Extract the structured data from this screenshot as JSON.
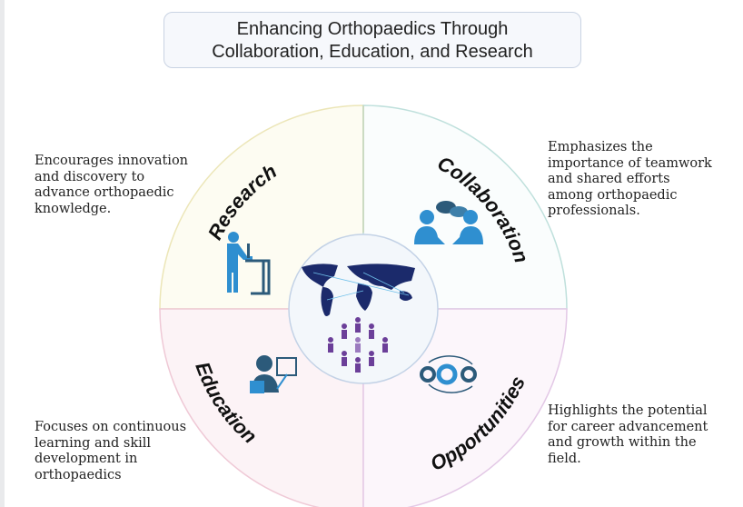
{
  "title": {
    "line1": "Enhancing Orthopaedics Through",
    "line2": "Collaboration, Education, and Research"
  },
  "quadrants": {
    "research": {
      "label": "Research",
      "description": [
        "Encourages innovation",
        "and discovery to",
        "advance orthopaedic",
        "knowledge."
      ],
      "icon": "researcher-microscope-icon"
    },
    "collaboration": {
      "label": "Collaboration",
      "description": [
        "Emphasizes the",
        "importance of teamwork",
        "and shared efforts",
        "among orthopaedic",
        "professionals."
      ],
      "icon": "people-conversation-icon"
    },
    "education": {
      "label": "Education",
      "description": [
        "Focuses on continuous",
        "learning and skill",
        "development in",
        "orthopaedics"
      ],
      "icon": "teacher-board-icon"
    },
    "opportunities": {
      "label": "Opportunities",
      "description": [
        "Highlights the potential",
        "for career advancement",
        "and growth within the",
        "field."
      ],
      "icon": "gears-cycle-icon"
    }
  },
  "center": {
    "icons": [
      "world-map-network-icon",
      "people-network-icon"
    ]
  },
  "colors": {
    "research_bg": "#fdfcf2",
    "collab_bg": "#fafdfd",
    "education_bg": "#fcf3f6",
    "opps_bg": "#fcf6fb",
    "icon_blue": "#2f8fd0",
    "icon_dark": "#2c5a7a",
    "map_navy": "#1b2a6b",
    "people_purple": "#6b3f99"
  }
}
